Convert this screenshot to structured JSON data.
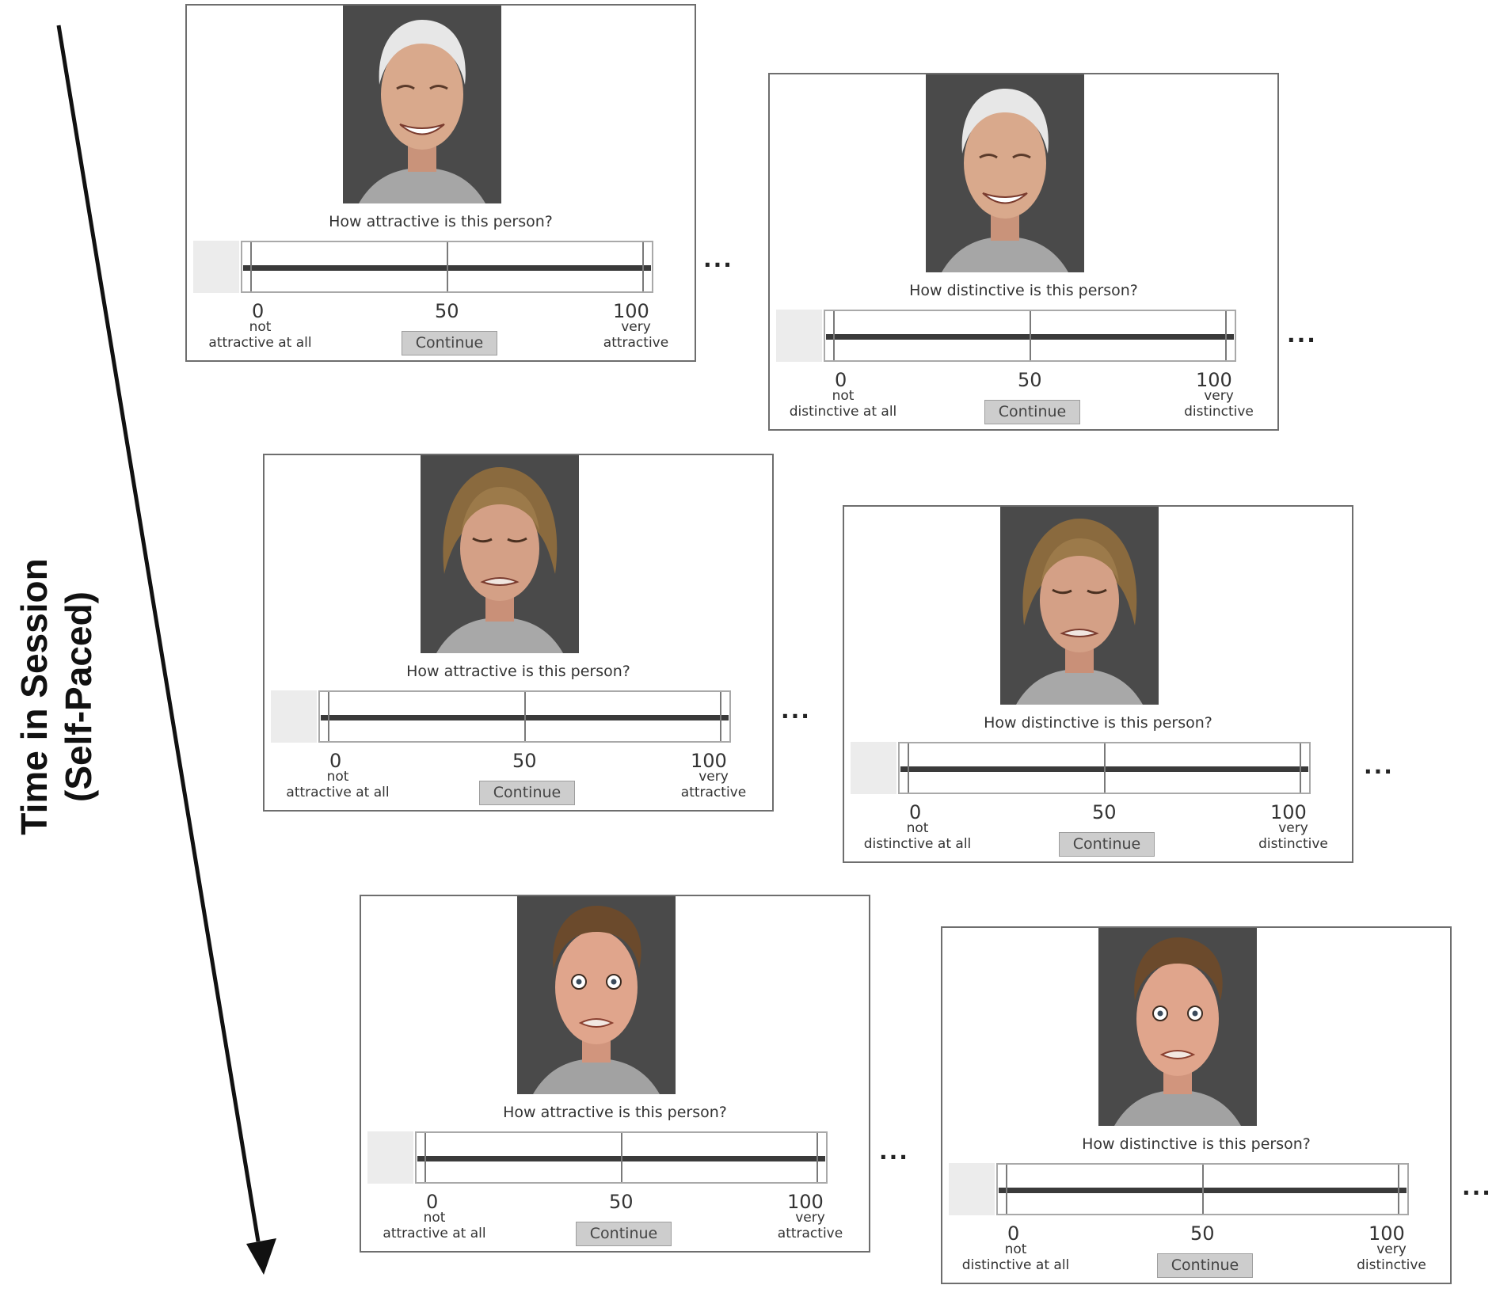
{
  "axis": {
    "title_line1": "Time in Session",
    "title_line2": "(Self-Paced)"
  },
  "continuation": "...",
  "trials": [
    {
      "face": "older-man-smiling-photo",
      "question": "How attractive is this person?",
      "scale_min": "0",
      "scale_mid": "50",
      "scale_max": "100",
      "min_label_1": "not",
      "min_label_2": "attractive at all",
      "max_label_1": "very",
      "max_label_2": "attractive",
      "button": "Continue"
    },
    {
      "face": "older-man-smiling-photo",
      "question": "How distinctive is this person?",
      "scale_min": "0",
      "scale_mid": "50",
      "scale_max": "100",
      "min_label_1": "not",
      "min_label_2": "distinctive at all",
      "max_label_1": "very",
      "max_label_2": "distinctive",
      "button": "Continue"
    },
    {
      "face": "woman-disgusted-photo",
      "question": "How attractive is this person?",
      "scale_min": "0",
      "scale_mid": "50",
      "scale_max": "100",
      "min_label_1": "not",
      "min_label_2": "attractive at all",
      "max_label_1": "very",
      "max_label_2": "attractive",
      "button": "Continue"
    },
    {
      "face": "woman-disgusted-photo",
      "question": "How distinctive is this person?",
      "scale_min": "0",
      "scale_mid": "50",
      "scale_max": "100",
      "min_label_1": "not",
      "min_label_2": "distinctive at all",
      "max_label_1": "very",
      "max_label_2": "distinctive",
      "button": "Continue"
    },
    {
      "face": "young-man-fearful-photo",
      "question": "How attractive is this person?",
      "scale_min": "0",
      "scale_mid": "50",
      "scale_max": "100",
      "min_label_1": "not",
      "min_label_2": "attractive at all",
      "max_label_1": "very",
      "max_label_2": "attractive",
      "button": "Continue"
    },
    {
      "face": "young-man-fearful-photo",
      "question": "How distinctive is this person?",
      "scale_min": "0",
      "scale_mid": "50",
      "scale_max": "100",
      "min_label_1": "not",
      "min_label_2": "distinctive at all",
      "max_label_1": "very",
      "max_label_2": "distinctive",
      "button": "Continue"
    }
  ]
}
